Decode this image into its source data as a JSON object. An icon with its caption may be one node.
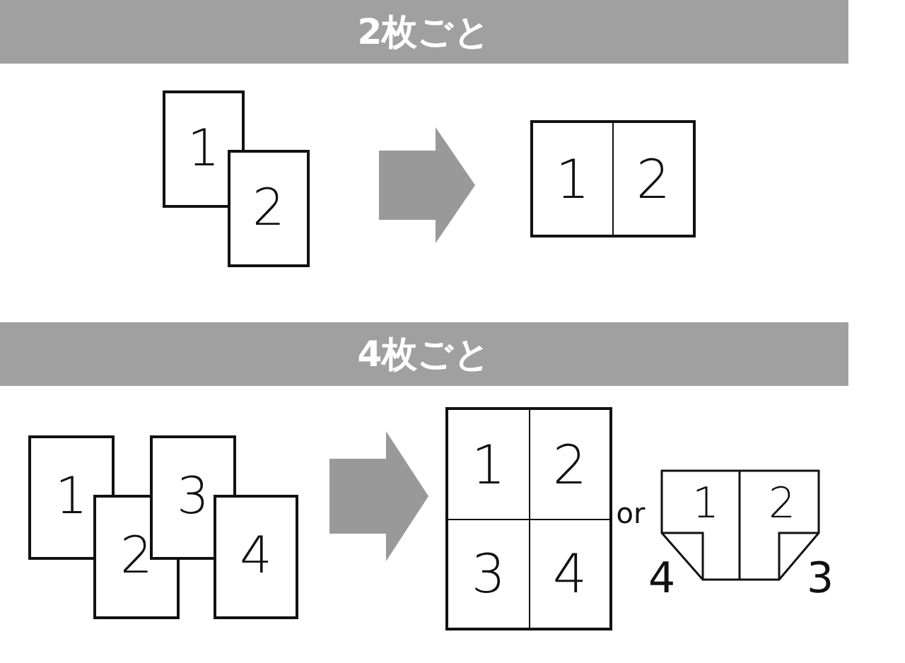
{
  "diagram": {
    "nodes": [
      {
        "text": [
          "2枚ごと"
        ]
      },
      {
        "text": [
          "1"
        ]
      },
      {
        "text": [
          "2"
        ]
      },
      {
        "text": [],
        "shape": "box"
      },
      {
        "text": [
          "1"
        ],
        "in": 3
      },
      {
        "text": [
          "2"
        ],
        "in": 3
      },
      {
        "text": [
          "4枚ごと"
        ]
      },
      {
        "text": [
          "1"
        ]
      },
      {
        "text": [
          "2"
        ]
      },
      {
        "text": [
          "3"
        ]
      },
      {
        "text": [
          "4"
        ]
      },
      {
        "text": [],
        "shape": "box"
      },
      {
        "text": [
          "1"
        ],
        "in": 11
      },
      {
        "text": [
          "2"
        ],
        "in": 11
      },
      {
        "text": [
          "3"
        ],
        "in": 11
      },
      {
        "text": [
          "4"
        ],
        "in": 11
      },
      {
        "text": [
          "1",
          "2"
        ],
        "beside": [
          "4",
          "3"
        ]
      }
    ],
    "edges": [
      {
        "from": 2,
        "to": 3,
        "arrow": "to"
      },
      {
        "from": 10,
        "to": 11,
        "arrow": "to"
      }
    ],
    "labels": [
      "or"
    ]
  }
}
